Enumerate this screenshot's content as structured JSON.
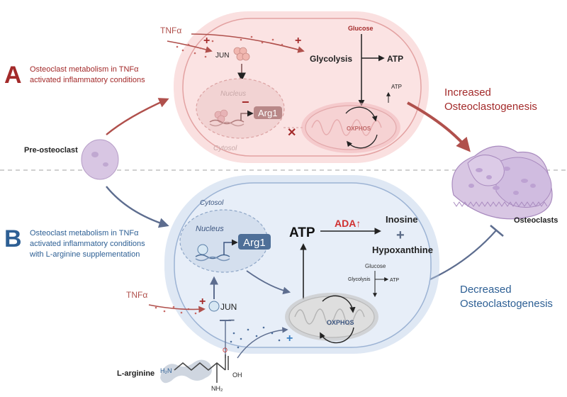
{
  "colors": {
    "top_accent": "#a32a2a",
    "bottom_accent": "#2d5f94",
    "top_cell_fill": "#f9dede",
    "bottom_cell_fill": "#e7eef8",
    "cell_outline_red": "#d98b8b",
    "cell_outline_blue": "#9cb3d4",
    "mito_fill": "#dcdcdc",
    "osteoclast_fill": "#d8c6e3"
  },
  "panel_a": {
    "letter": "A",
    "caption_line1": "Osteoclast metabolism in TNFα",
    "caption_line2": "activated inflammatory conditions",
    "tnfa": "TNFα",
    "plus_sign": "+",
    "jun": "JUN",
    "nucleus": "Nucleus",
    "cytosol": "Cytosol",
    "minus_sign": "−",
    "arg1": "Arg1",
    "glucose": "Glucose",
    "glycolysis": "Glycolysis",
    "atp": "ATP",
    "atp_small": "ATP",
    "oxphos": "OXPHOS",
    "cross": "✕"
  },
  "panel_b": {
    "letter": "B",
    "caption_line1": "Osteoclast metabolism in TNFα",
    "caption_line2": "activated inflammatory conditions",
    "caption_line3": "with L-arginine supplementation",
    "cytosol": "Cytosol",
    "nucleus": "Nucleus",
    "arg1": "Arg1",
    "atp": "ATP",
    "ada": "ADA↑",
    "inosine": "Inosine",
    "plus_sign": "+",
    "hypoxanthine": "Hypoxanthine",
    "glucose": "Glucose",
    "glycolysis": "Glycolysis",
    "atp_small": "ATP",
    "oxphos": "OXPHOS",
    "tnfa": "TNFα",
    "jun": "JUN",
    "minus_sign": "−",
    "l_arginine": "L-arginine",
    "h2n": "H₂N",
    "oh": "OH",
    "o": "O",
    "nh2": "NH₂"
  },
  "left": {
    "pre_osteoclast": "Pre-osteoclast"
  },
  "right": {
    "increased_line1": "Increased",
    "increased_line2": "Osteoclastogenesis",
    "decreased_line1": "Decreased",
    "decreased_line2": "Osteoclastogenesis",
    "osteoclasts": "Osteoclasts"
  }
}
